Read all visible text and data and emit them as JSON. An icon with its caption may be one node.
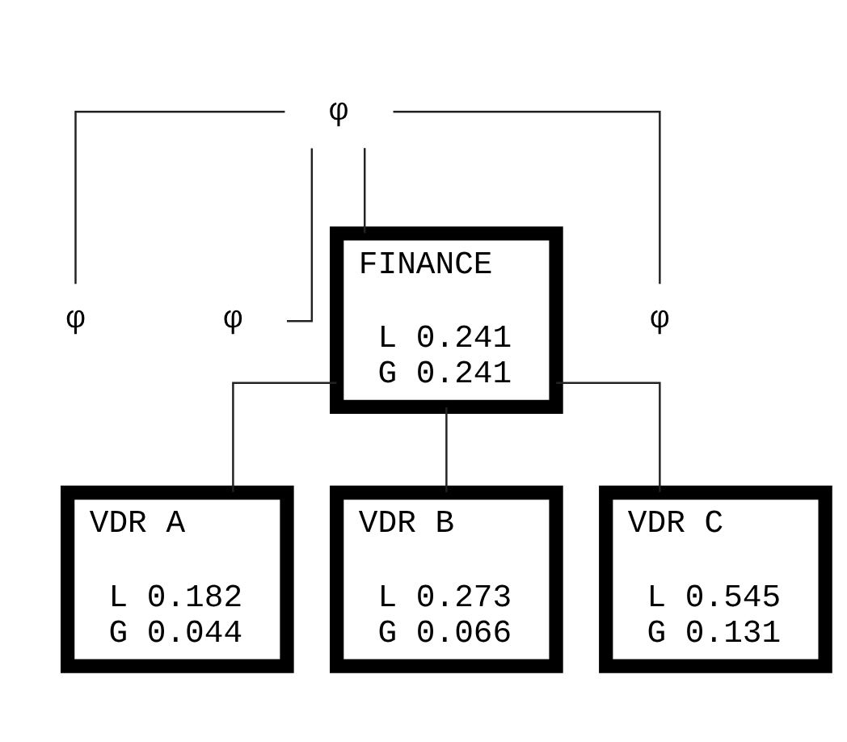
{
  "diagram": {
    "nodes": [
      {
        "text": [
          "φ"
        ]
      },
      {
        "text": [
          "φ"
        ]
      },
      {
        "text": [
          "φ"
        ]
      },
      {
        "text": [
          "FINANCE",
          "L 0.241",
          "G 0.241"
        ]
      },
      {
        "text": [
          "φ"
        ]
      },
      {
        "text": [
          "VDR A",
          "L 0.182",
          "G 0.044"
        ]
      },
      {
        "text": [
          "VDR B",
          "L 0.273",
          "G 0.066"
        ]
      },
      {
        "text": [
          "VDR C",
          "L 0.545",
          "G 0.131"
        ]
      }
    ],
    "edges": [
      {
        "from": 0,
        "to": 1,
        "arrow": "none"
      },
      {
        "from": 0,
        "to": 2,
        "arrow": "none"
      },
      {
        "from": 0,
        "to": 3,
        "arrow": "none"
      },
      {
        "from": 0,
        "to": 4,
        "arrow": "none"
      },
      {
        "from": 3,
        "to": 5,
        "arrow": "none"
      },
      {
        "from": 3,
        "to": 6,
        "arrow": "none"
      },
      {
        "from": 3,
        "to": 7,
        "arrow": "none"
      }
    ]
  }
}
